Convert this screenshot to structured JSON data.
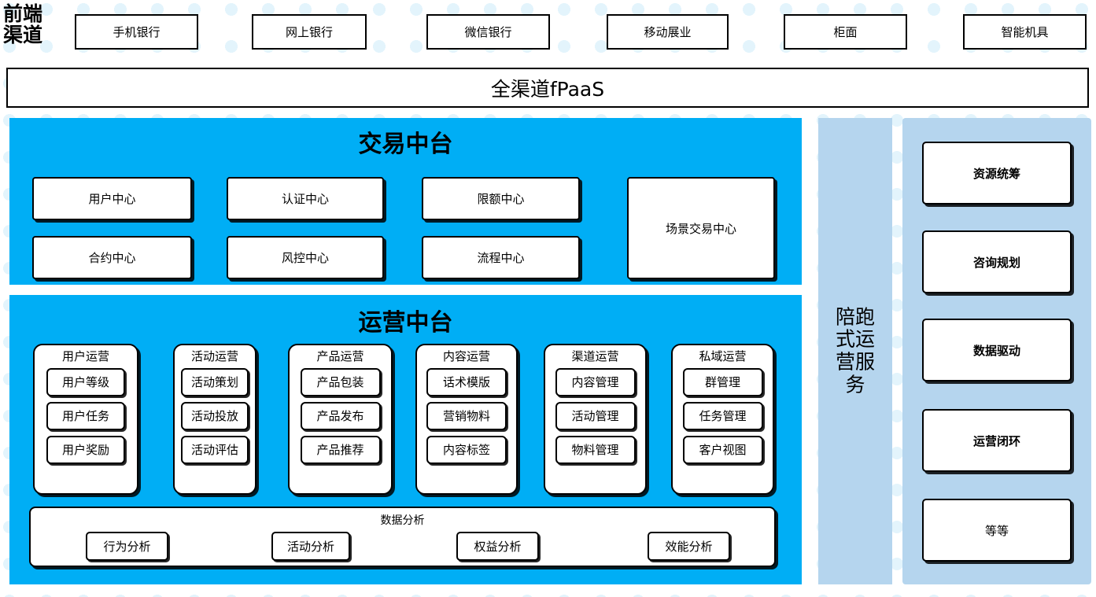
{
  "front_channel": {
    "label": "前端\n渠道",
    "label_line1": "前端",
    "label_line2": "渠道",
    "channels": [
      {
        "name": "mobile-banking",
        "label": "手机银行"
      },
      {
        "name": "online-banking",
        "label": "网上银行"
      },
      {
        "name": "wechat-banking",
        "label": "微信银行"
      },
      {
        "name": "mobile-business",
        "label": "移动展业"
      },
      {
        "name": "counter",
        "label": "柜面"
      },
      {
        "name": "smart-machine",
        "label": "智能机具"
      }
    ]
  },
  "fpaas_bar": {
    "label": "全渠道fPaaS"
  },
  "transaction_platform": {
    "title": "交易中台",
    "centers": [
      {
        "name": "user-center",
        "label": "用户中心"
      },
      {
        "name": "auth-center",
        "label": "认证中心"
      },
      {
        "name": "limit-center",
        "label": "限额中心"
      },
      {
        "name": "contract-center",
        "label": "合约中心"
      },
      {
        "name": "riskcontrol-center",
        "label": "风控中心"
      },
      {
        "name": "process-center",
        "label": "流程中心"
      }
    ],
    "scene_center": {
      "name": "scene-transaction-center",
      "label": "场景交易中心"
    }
  },
  "operation_platform": {
    "title": "运营中台",
    "columns": [
      {
        "name": "user-operation",
        "title": "用户运营",
        "items": [
          "用户等级",
          "用户任务",
          "用户奖励"
        ]
      },
      {
        "name": "campaign-operation",
        "title": "活动运营",
        "items": [
          "活动策划",
          "活动投放",
          "活动评估"
        ]
      },
      {
        "name": "product-operation",
        "title": "产品运营",
        "items": [
          "产品包装",
          "产品发布",
          "产品推荐"
        ]
      },
      {
        "name": "content-operation",
        "title": "内容运营",
        "items": [
          "话术模版",
          "营销物料",
          "内容标签"
        ]
      },
      {
        "name": "channel-operation",
        "title": "渠道运营",
        "items": [
          "内容管理",
          "活动管理",
          "物料管理"
        ]
      },
      {
        "name": "private-domain-operation",
        "title": "私域运营",
        "items": [
          "群管理",
          "任务管理",
          "客户视图"
        ]
      }
    ],
    "data_analysis": {
      "title": "数据分析",
      "items": [
        "行为分析",
        "活动分析",
        "权益分析",
        "效能分析"
      ]
    }
  },
  "accompany_rail": {
    "label": "陪跑式运营服务",
    "lines": [
      "陪跑",
      "式运",
      "营服",
      "务"
    ]
  },
  "service_rail": {
    "items": [
      {
        "name": "resource-coordination",
        "label": "资源统筹",
        "bold": true
      },
      {
        "name": "consulting-planning",
        "label": "咨询规划",
        "bold": true
      },
      {
        "name": "data-driven",
        "label": "数据驱动",
        "bold": true
      },
      {
        "name": "operation-closed-loop",
        "label": "运营闭环",
        "bold": true
      },
      {
        "name": "etc",
        "label": "等等",
        "bold": false
      }
    ]
  },
  "colors": {
    "cyan_panel": "#00AEF5",
    "light_blue_rail": "#b5d5ee",
    "dot": "#e3f4fc",
    "box_border": "#000000",
    "box_fill": "#ffffff"
  }
}
